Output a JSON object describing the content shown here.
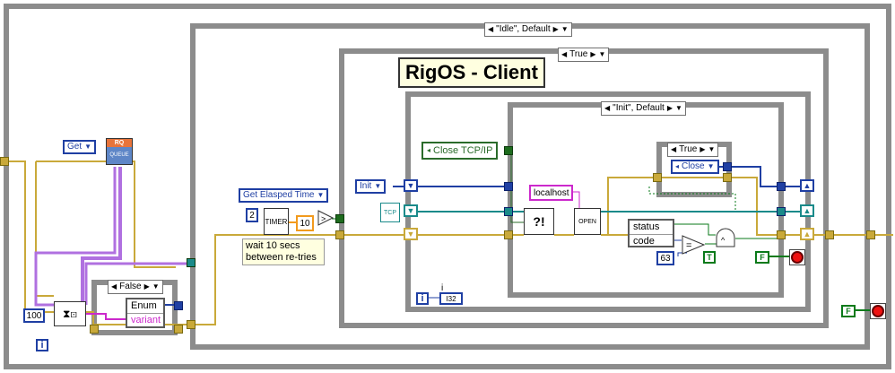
{
  "outer_case_selector": "\"Idle\", Default",
  "true_case_selector": "True",
  "init_case_selector": "\"Init\", Default",
  "inner_true_selector": "True",
  "false_case_selector": "False",
  "title": "RigOS - Client",
  "get_enum": "Get",
  "rq_icon_top": "RQ",
  "rq_icon_bottom": "QUEUE",
  "num_100": "100",
  "enum_field": "Enum",
  "variant_field": "variant",
  "get_elapsed_time": "Get Elasped Time",
  "num_2": "2",
  "timer_label": "TIMER",
  "num_10": "10",
  "comment": "wait 10 secs between re-tries",
  "init_enum": "Init",
  "close_tcp": "Close TCP/IP",
  "localhost": "localhost",
  "open_label": "OPEN",
  "status_field": "status",
  "code_field": "code",
  "num_63": "63",
  "close_enum": "Close",
  "bool_t": "T",
  "bool_f1": "F",
  "bool_f2": "F",
  "iter_label": "i",
  "i32_label": "I32",
  "colors": {
    "frame": "#8c8c8c",
    "enum_wire": "#1f3fa3",
    "error_wire": "#c9a93a",
    "variant_wire": "#cc29cc",
    "queue_wire": "#b070e0",
    "tcp_wire": "#1a8a8a"
  }
}
